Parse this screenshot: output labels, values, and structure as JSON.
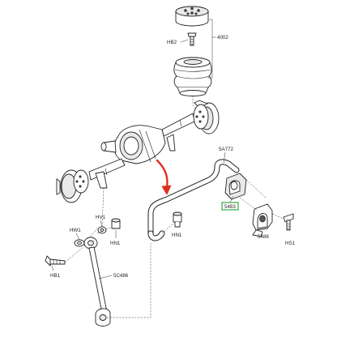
{
  "callouts": {
    "hb2": "HB2",
    "p4002": "4002",
    "p5a772": "5A772",
    "p5483": "5483",
    "p5486": "5486",
    "hs1": "HS1",
    "hn1_right": "HN1",
    "hw1": "HW1",
    "hv1": "HV1",
    "hn1_left": "HN1",
    "hb1": "HB1",
    "p5c486": "5C486"
  },
  "colors": {
    "highlight_box": "#22a233",
    "arrow": "#e0301e",
    "line": "#222222"
  },
  "icons": {
    "pointer": "curved-red-arrow-icon"
  }
}
